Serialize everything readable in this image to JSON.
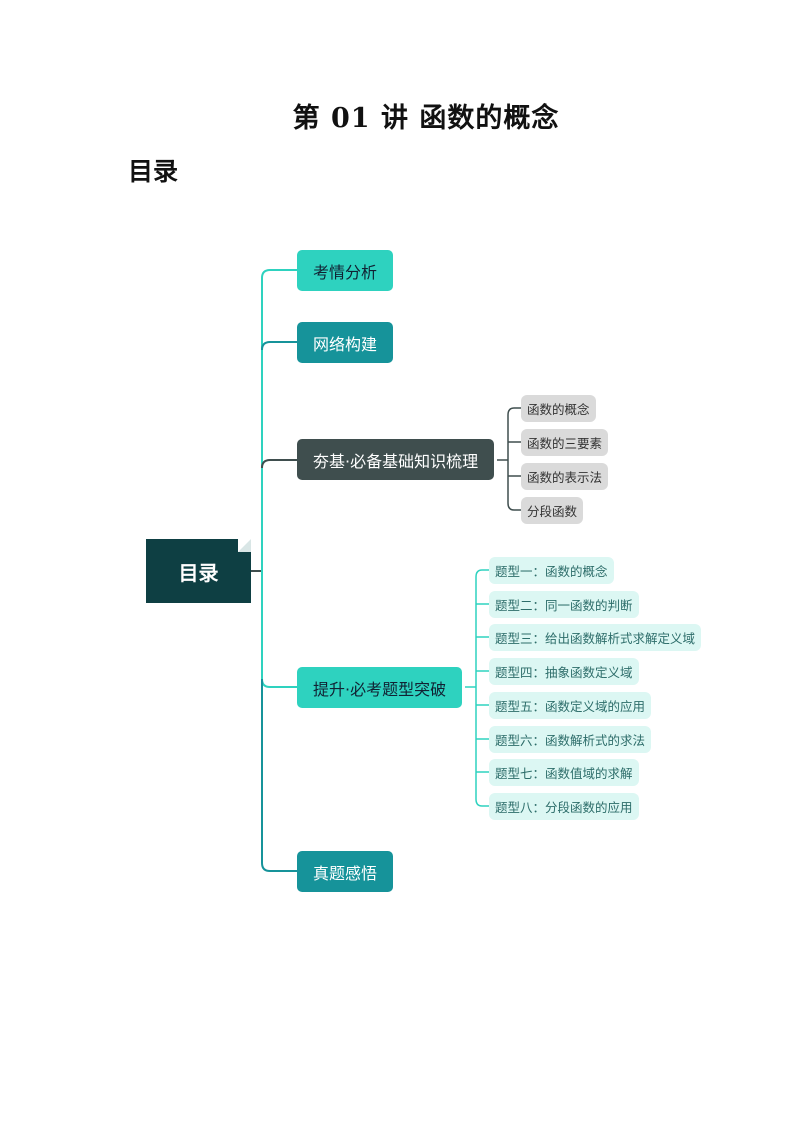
{
  "title": "第 01 讲  函数的概念",
  "toc_heading": "目录",
  "mindmap": {
    "root": "目录",
    "branches": [
      {
        "label": "考情分析",
        "style": "light"
      },
      {
        "label": "网络构建",
        "style": "teal"
      },
      {
        "label": "夯基·必备基础知识梳理",
        "style": "dark",
        "children": [
          "函数的概念",
          "函数的三要素",
          "函数的表示法",
          "分段函数"
        ]
      },
      {
        "label": "提升·必考题型突破",
        "style": "light",
        "children": [
          "题型一：函数的概念",
          "题型二：同一函数的判断",
          "题型三：给出函数解析式求解定义域",
          "题型四：抽象函数定义域",
          "题型五：函数定义域的应用",
          "题型六：函数解析式的求法",
          "题型七：函数值域的求解",
          "题型八：分段函数的应用"
        ]
      },
      {
        "label": "真题感悟",
        "style": "teal"
      }
    ]
  },
  "colors": {
    "root": "#0e3f43",
    "light": "#2ed2bf",
    "teal": "#16939a",
    "dark": "#3f4e4e"
  }
}
